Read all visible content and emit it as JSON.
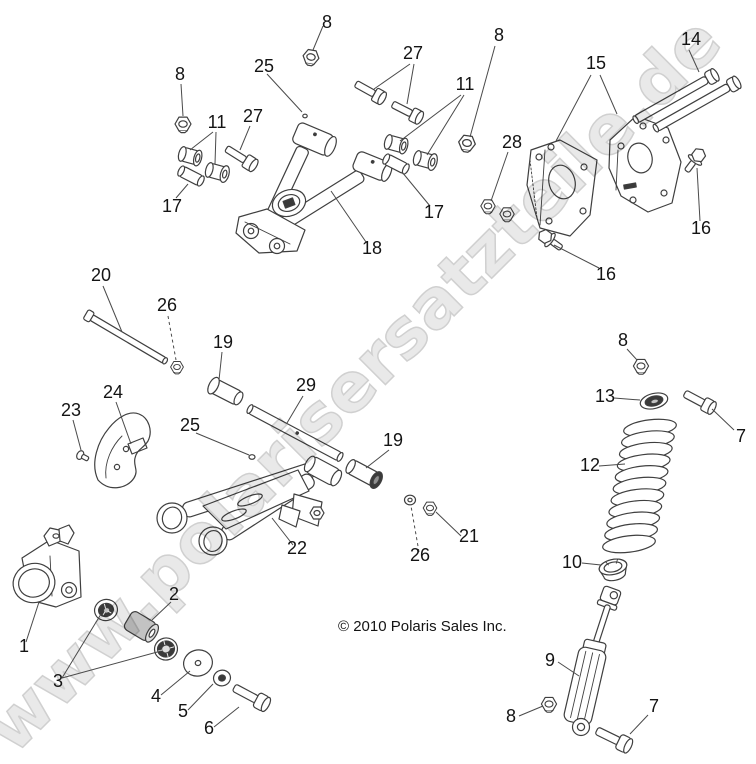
{
  "page": {
    "watermark": "www.polarisersatzteile.de",
    "copyright": "© 2010 Polaris Sales Inc."
  },
  "colors": {
    "background": "#ffffff",
    "line_art": "#3f3f3f",
    "label_text": "#141414",
    "watermark_fill": "#e9e9e9",
    "watermark_outline": "#d0d0d0"
  },
  "callouts": [
    {
      "text": "8"
    },
    {
      "text": "25"
    },
    {
      "text": "8"
    },
    {
      "text": "27"
    },
    {
      "text": "11"
    },
    {
      "text": "17"
    },
    {
      "text": "18"
    },
    {
      "text": "27"
    },
    {
      "text": "8"
    },
    {
      "text": "11"
    },
    {
      "text": "17"
    },
    {
      "text": "28"
    },
    {
      "text": "15"
    },
    {
      "text": "14"
    },
    {
      "text": "16"
    },
    {
      "text": "16"
    },
    {
      "text": "8"
    },
    {
      "text": "20"
    },
    {
      "text": "26"
    },
    {
      "text": "19"
    },
    {
      "text": "29"
    },
    {
      "text": "25"
    },
    {
      "text": "23"
    },
    {
      "text": "24"
    },
    {
      "text": "22"
    },
    {
      "text": "19"
    },
    {
      "text": "26"
    },
    {
      "text": "21"
    },
    {
      "text": "13"
    },
    {
      "text": "12"
    },
    {
      "text": "7"
    },
    {
      "text": "10"
    },
    {
      "text": "9"
    },
    {
      "text": "8"
    },
    {
      "text": "7"
    },
    {
      "text": "1"
    },
    {
      "text": "3"
    },
    {
      "text": "2"
    },
    {
      "text": "4"
    },
    {
      "text": "5"
    },
    {
      "text": "6"
    }
  ]
}
